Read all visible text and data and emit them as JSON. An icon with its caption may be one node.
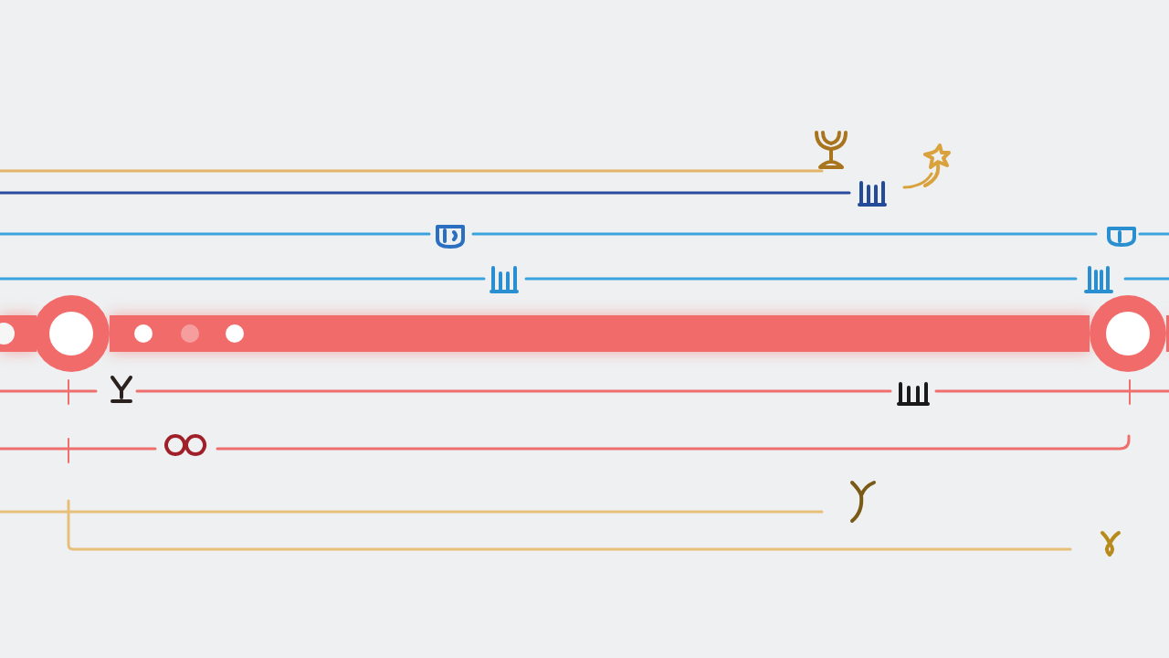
{
  "diagram": {
    "nodes": [
      {
        "text": [],
        "shape": "circle"
      },
      {
        "text": [],
        "shape": "circle"
      }
    ],
    "edges": [
      {
        "from": 0,
        "to": 1,
        "arrow": "none"
      }
    ]
  }
}
